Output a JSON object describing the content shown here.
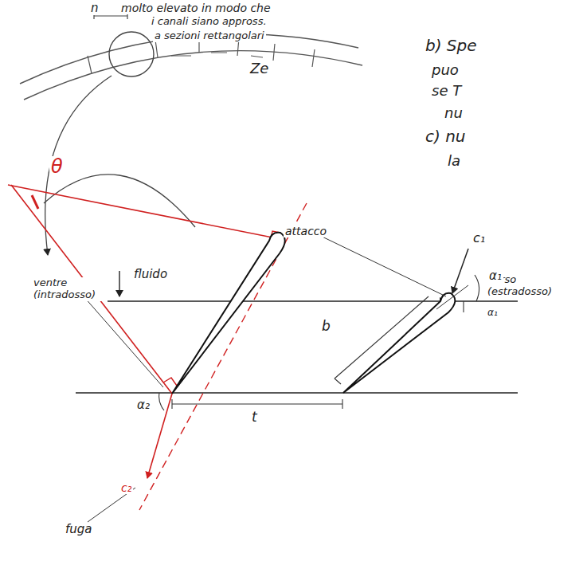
{
  "diagram": {
    "labels": [
      "n",
      "molto elevato in modo che",
      "i canali siano appross.",
      "a sezioni rettangolari",
      "Ze",
      "b) Spe",
      "puo",
      "se T",
      "nu",
      "c) nu",
      "la",
      "θ",
      "fluido",
      "attacco",
      "ventre (intradosso)",
      "dorso (estradosso)",
      "b",
      "t",
      "fuga",
      "c₁",
      "α₁",
      "α₁",
      "α₂",
      "c₂"
    ]
  }
}
